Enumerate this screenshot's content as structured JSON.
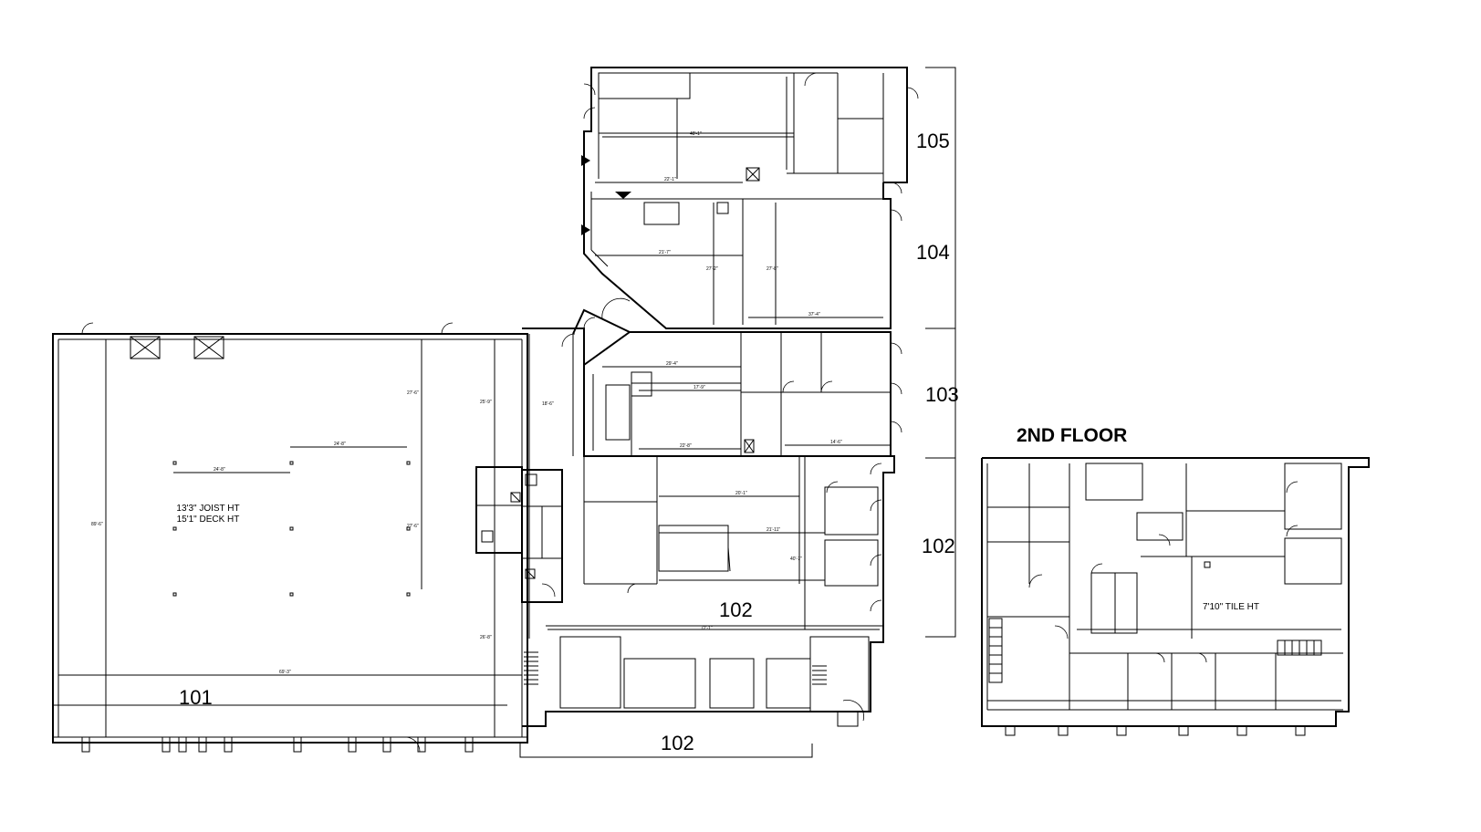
{
  "units": {
    "u101": "101",
    "u102_main": "102",
    "u102_bracket": "102",
    "u102_right": "102",
    "u103": "103",
    "u104": "104",
    "u105": "105"
  },
  "second_floor": {
    "label": "2ND FLOOR",
    "tile_ht": "7'10\" TILE HT"
  },
  "ground_floor": {
    "joist_ht": "13'3\" JOIST HT",
    "deck_ht": "15'1\" DECK HT"
  },
  "dimensions": {
    "d1": "24'-8\"",
    "d2": "24'-8\"",
    "d3": "27'-6\"",
    "d4": "27'-6\"",
    "d5": "89'-6\"",
    "d6": "25'-9\"",
    "d7": "26'-8\"",
    "d8": "69'-3\"",
    "d9": "48'-1\"",
    "d10": "22'-1\"",
    "d11": "21'-7\"",
    "d12": "27'-2\"",
    "d13": "27'-8\"",
    "d14": "20'-1\"",
    "d15": "72'-1\"",
    "d16": "21'-11\"",
    "d17": "37'-4\"",
    "d18": "40'-7\"",
    "d19": "29'-4\"",
    "d20": "18'-6\"",
    "d21": "22'-8\"",
    "d22": "17'-9\"",
    "d23": "14'-6\""
  }
}
